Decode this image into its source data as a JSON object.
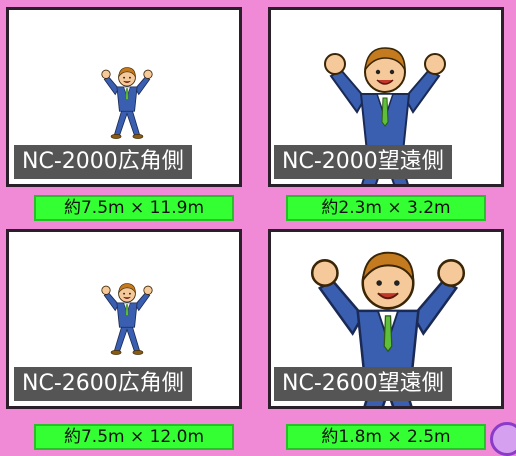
{
  "panels": [
    {
      "label": "NC-2000広角側",
      "size": "約7.5m × 11.9m",
      "figure_scale": 0.42
    },
    {
      "label": "NC-2000望遠側",
      "size": "約2.3m × 3.2m",
      "figure_scale": 1.0
    },
    {
      "label": "NC-2600広角側",
      "size": "約7.5m × 12.0m",
      "figure_scale": 0.42
    },
    {
      "label": "NC-2600望遠側",
      "size": "約1.8m × 2.5m",
      "figure_scale": 1.28
    }
  ],
  "colors": {
    "background": "#f08ad6",
    "label_bg": "#555555",
    "size_bar": "#33ff33",
    "suit": "#3a5fb0",
    "skin": "#f6c99a",
    "hair": "#c47a1e"
  },
  "icons": {
    "figure": "businessman-cheering-icon"
  }
}
